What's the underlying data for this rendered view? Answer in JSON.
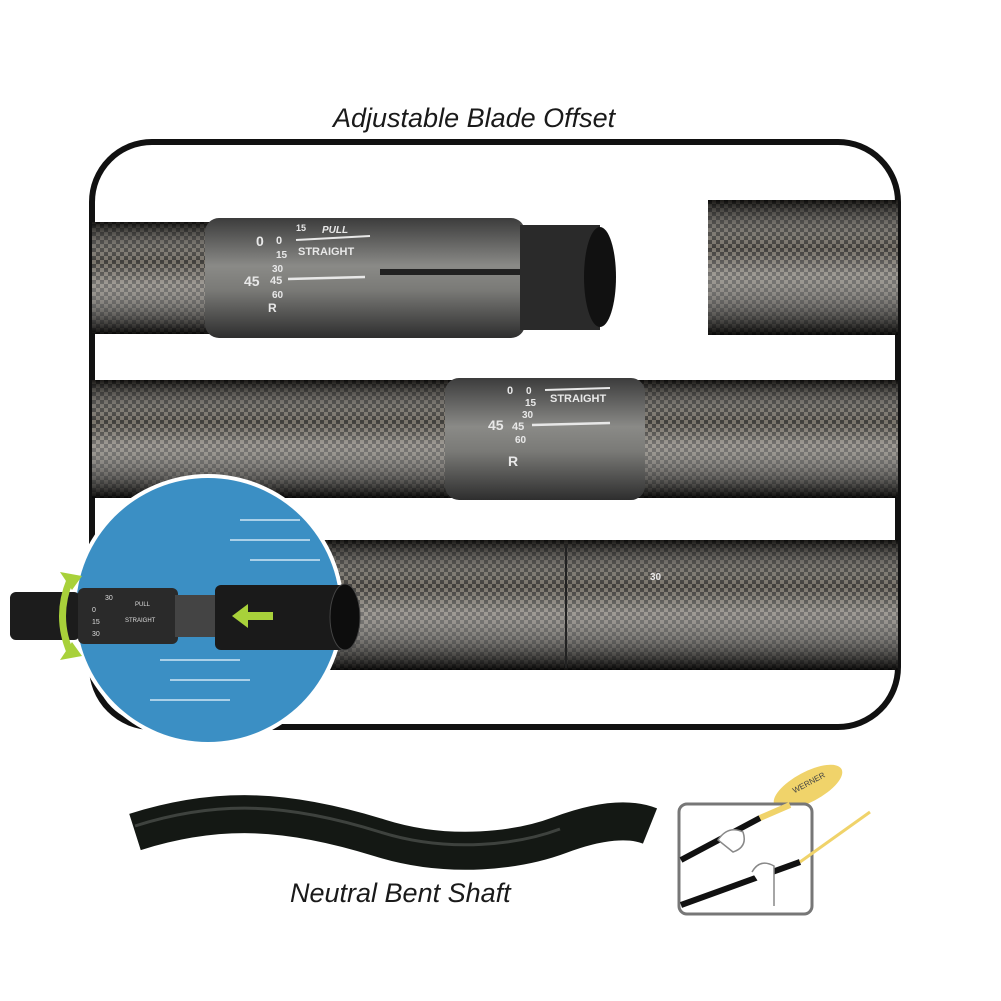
{
  "captions": {
    "top": "Adjustable Blade Offset",
    "bottom": "Neutral Bent Shaft"
  },
  "ferrule_top": {
    "left_marks": [
      "0",
      "45",
      "R"
    ],
    "center_marks": [
      "0",
      "15",
      "30",
      "45",
      "60"
    ],
    "small_mark": "15",
    "pull": "PULL",
    "straight": "STRAIGHT"
  },
  "ferrule_middle": {
    "left_marks": [
      "0",
      "45",
      "R"
    ],
    "center_marks": [
      "0",
      "15",
      "30",
      "45",
      "60"
    ],
    "straight": "STRAIGHT"
  },
  "tube_bottom_mark": "30",
  "inset": {
    "marks": [
      "30",
      "0",
      "15",
      "30"
    ],
    "pull": "PULL",
    "straight": "STRAIGHT"
  },
  "blade_brand": "WERNER",
  "colors": {
    "inset_blue": "#3b8fc4",
    "arrow_green": "#a8d13a",
    "blade_yellow": "#f0d36a",
    "frame": "#111111"
  }
}
